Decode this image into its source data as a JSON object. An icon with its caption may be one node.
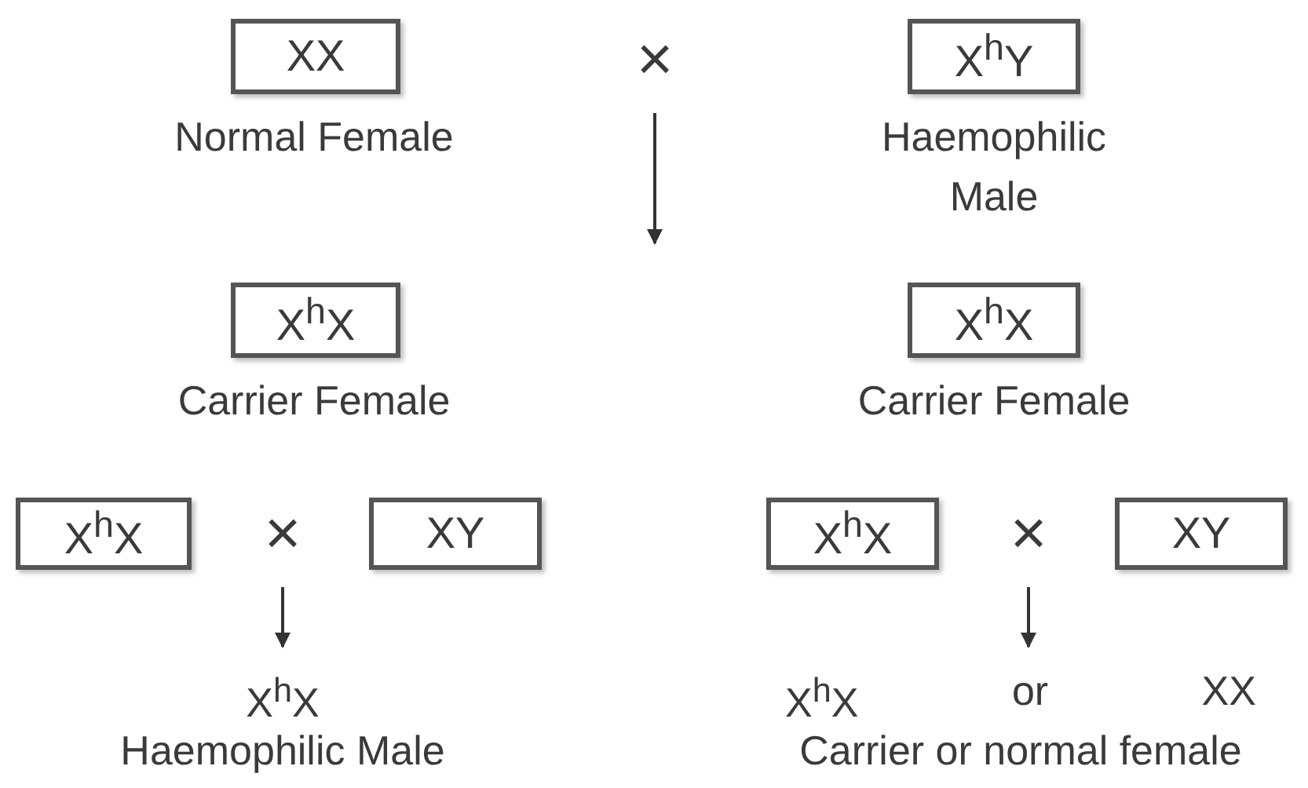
{
  "diagram": {
    "nodes": [
      {
        "text": [
          "XX"
        ],
        "beside": [
          "Normal Female"
        ]
      },
      {
        "text": [
          "×"
        ]
      },
      {
        "text": [
          "X$^{h}$Y"
        ],
        "beside": [
          "Haemophilic Male"
        ]
      },
      {
        "text": [
          "X$^{h}$X"
        ],
        "beside": [
          "Carrier Female"
        ]
      },
      {
        "text": [
          "X$^{h}$X"
        ],
        "beside": [
          "Carrier Female"
        ]
      },
      {
        "text": [
          "X$^{h}$X"
        ]
      },
      {
        "text": [
          "×"
        ]
      },
      {
        "text": [
          "XY"
        ]
      },
      {
        "text": [
          "X$^{h}$X"
        ]
      },
      {
        "text": [
          "×"
        ]
      },
      {
        "text": [
          "XY"
        ]
      },
      {
        "text": [
          "X$^{h}$X",
          "Haemophilic Male"
        ]
      },
      {
        "text": [
          "X$^{h}$X",
          "or",
          "XX",
          "Carrier or normal female"
        ]
      }
    ],
    "edges": [
      {
        "from": 1,
        "to": null,
        "arrow": "to"
      },
      {
        "from": 6,
        "to": 11,
        "arrow": "to"
      },
      {
        "from": 9,
        "to": 12,
        "arrow": "to"
      }
    ]
  }
}
